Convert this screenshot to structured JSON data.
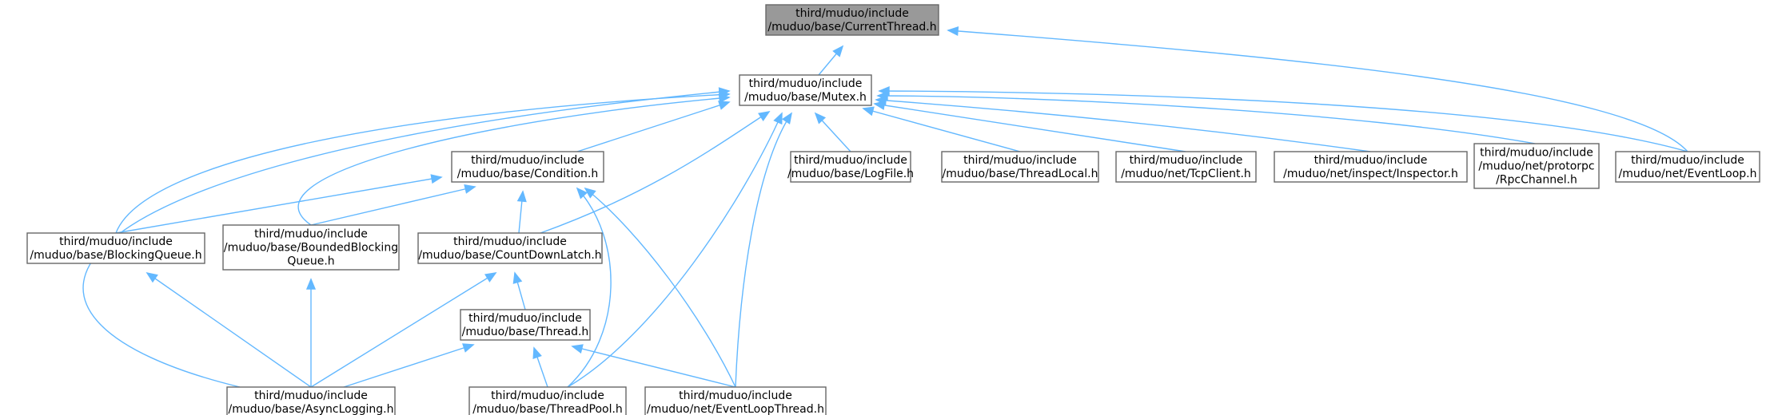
{
  "diagram": {
    "nodes": [
      {
        "id": "current_thread",
        "lines": [
          "third/muduo/include",
          "/muduo/base/CurrentThread.h"
        ]
      },
      {
        "id": "mutex",
        "lines": [
          "third/muduo/include",
          "/muduo/base/Mutex.h"
        ]
      },
      {
        "id": "condition",
        "lines": [
          "third/muduo/include",
          "/muduo/base/Condition.h"
        ]
      },
      {
        "id": "logfile",
        "lines": [
          "third/muduo/include",
          "/muduo/base/LogFile.h"
        ]
      },
      {
        "id": "threadlocal",
        "lines": [
          "third/muduo/include",
          "/muduo/base/ThreadLocal.h"
        ]
      },
      {
        "id": "tcpclient",
        "lines": [
          "third/muduo/include",
          "/muduo/net/TcpClient.h"
        ]
      },
      {
        "id": "inspector",
        "lines": [
          "third/muduo/include",
          "/muduo/net/inspect/Inspector.h"
        ]
      },
      {
        "id": "rpcchannel",
        "lines": [
          "third/muduo/include",
          "/muduo/net/protorpc",
          "/RpcChannel.h"
        ]
      },
      {
        "id": "eventloop",
        "lines": [
          "third/muduo/include",
          "/muduo/net/EventLoop.h"
        ]
      },
      {
        "id": "blockingqueue",
        "lines": [
          "third/muduo/include",
          "/muduo/base/BlockingQueue.h"
        ]
      },
      {
        "id": "boundedblockingqueue",
        "lines": [
          "third/muduo/include",
          "/muduo/base/BoundedBlocking",
          "Queue.h"
        ]
      },
      {
        "id": "countdownlatch",
        "lines": [
          "third/muduo/include",
          "/muduo/base/CountDownLatch.h"
        ]
      },
      {
        "id": "thread",
        "lines": [
          "third/muduo/include",
          "/muduo/base/Thread.h"
        ]
      },
      {
        "id": "asynclogging",
        "lines": [
          "third/muduo/include",
          "/muduo/base/AsyncLogging.h"
        ]
      },
      {
        "id": "threadpool",
        "lines": [
          "third/muduo/include",
          "/muduo/base/ThreadPool.h"
        ]
      },
      {
        "id": "eventloopthread",
        "lines": [
          "third/muduo/include",
          "/muduo/net/EventLoopThread.h"
        ]
      }
    ],
    "edges": [
      {
        "from": "mutex",
        "to": "current_thread"
      },
      {
        "from": "eventloop",
        "to": "current_thread"
      },
      {
        "from": "condition",
        "to": "mutex"
      },
      {
        "from": "logfile",
        "to": "mutex"
      },
      {
        "from": "threadlocal",
        "to": "mutex"
      },
      {
        "from": "tcpclient",
        "to": "mutex"
      },
      {
        "from": "inspector",
        "to": "mutex"
      },
      {
        "from": "rpcchannel",
        "to": "mutex"
      },
      {
        "from": "eventloop",
        "to": "mutex"
      },
      {
        "from": "blockingqueue",
        "to": "mutex"
      },
      {
        "from": "boundedblockingqueue",
        "to": "mutex"
      },
      {
        "from": "countdownlatch",
        "to": "mutex"
      },
      {
        "from": "asynclogging",
        "to": "mutex"
      },
      {
        "from": "threadpool",
        "to": "mutex"
      },
      {
        "from": "eventloopthread",
        "to": "mutex"
      },
      {
        "from": "blockingqueue",
        "to": "condition"
      },
      {
        "from": "boundedblockingqueue",
        "to": "condition"
      },
      {
        "from": "countdownlatch",
        "to": "condition"
      },
      {
        "from": "threadpool",
        "to": "condition"
      },
      {
        "from": "eventloopthread",
        "to": "condition"
      },
      {
        "from": "asynclogging",
        "to": "blockingqueue"
      },
      {
        "from": "asynclogging",
        "to": "boundedblockingqueue"
      },
      {
        "from": "asynclogging",
        "to": "countdownlatch"
      },
      {
        "from": "thread",
        "to": "countdownlatch"
      },
      {
        "from": "asynclogging",
        "to": "thread"
      },
      {
        "from": "threadpool",
        "to": "thread"
      },
      {
        "from": "eventloopthread",
        "to": "thread"
      }
    ]
  }
}
